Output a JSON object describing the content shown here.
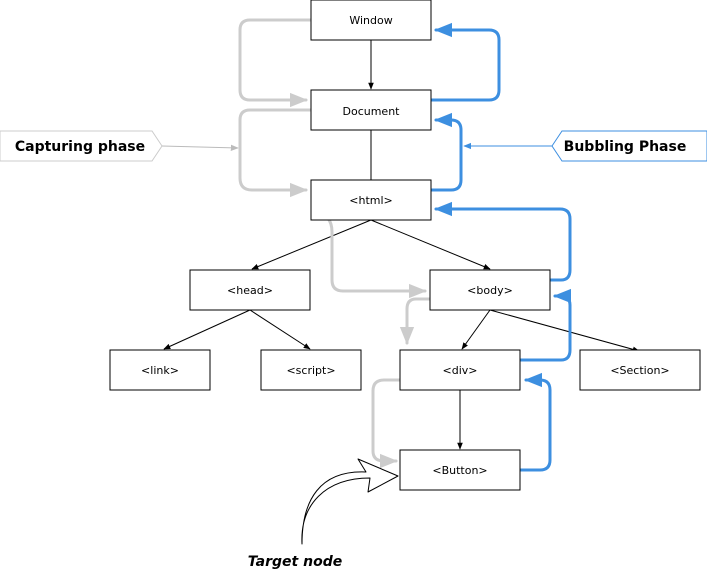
{
  "nodes": {
    "window": "Window",
    "document": "Document",
    "html": "<html>",
    "head": "<head>",
    "body": "<body>",
    "link": "<link>",
    "script": "<script>",
    "div": "<div>",
    "section": "<Section>",
    "button": "<Button>"
  },
  "labels": {
    "capturing": "Capturing phase",
    "bubbling": "Bubbling Phase",
    "target": "Target node"
  },
  "colors": {
    "capturing": "#cccccc",
    "bubbling": "#3d8fe0",
    "tree": "#000000"
  }
}
